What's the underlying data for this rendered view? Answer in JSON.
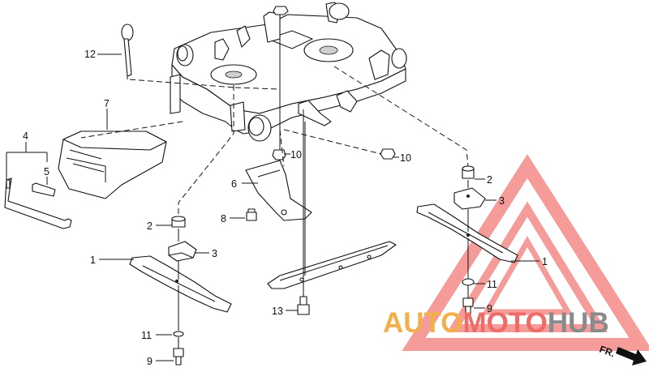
{
  "part_labels": {
    "n1_left": "1",
    "n1_right": "1",
    "n2_left": "2",
    "n2_right": "2",
    "n3_left": "3",
    "n3_right": "3",
    "n4": "4",
    "n5": "5",
    "n6": "6",
    "n7": "7",
    "n8": "8",
    "n9_left": "9",
    "n9_right": "9",
    "n10_top": "10",
    "n10_right": "10",
    "n11_left": "11",
    "n11_right": "11",
    "n12": "12",
    "n13": "13"
  },
  "front_marker": "FR.",
  "watermark": {
    "part1": "AUTO",
    "part2": "MOTO",
    "part3": "HUB",
    "colors": {
      "auto": "#f3b04a",
      "moto": "#ee6b66",
      "hub": "#8a8a8a",
      "triangle": "#ee4b46"
    }
  }
}
